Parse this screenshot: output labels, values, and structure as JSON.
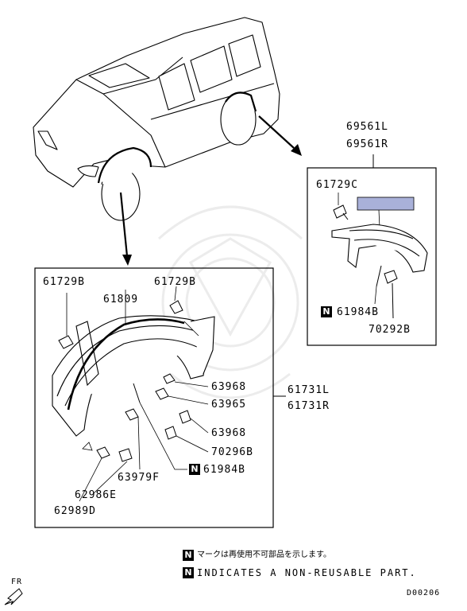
{
  "top_part": {
    "left": "69561L",
    "right": "69561R"
  },
  "inset_parts": {
    "clip": "61729C",
    "bolt": "61984B",
    "screw": "70292B"
  },
  "main_parts": {
    "clip_left": "61729B",
    "clip_right": "61729B",
    "molding": "61809",
    "nut_upper": "63968",
    "bolt_mid": "63965",
    "nut_lower": "63968",
    "screw": "70296B",
    "bolt_n": "61984B",
    "clip_f": "63979F",
    "clip_e": "62986E",
    "clip_d": "62989D"
  },
  "assembly_part": {
    "left": "61731L",
    "right": "61731R"
  },
  "legend": {
    "n_mark": "N",
    "jp_text": "マークは再使用不可部品を示します。",
    "en_text": "INDICATES A NON-REUSABLE PART."
  },
  "fr_label": "FR",
  "diagram_code": "D00206",
  "accent_color": "#a9b1d9"
}
